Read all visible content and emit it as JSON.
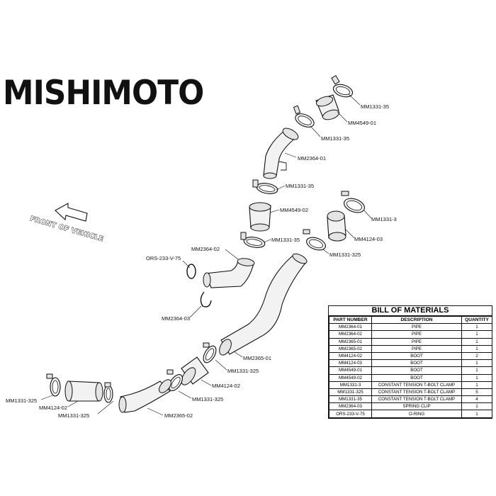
{
  "brand": {
    "logo_text": "MISHIMOTO"
  },
  "orientation": {
    "label": "FRONT OF VEHICLE"
  },
  "callouts": [
    "MM1331-35",
    "MM4549-01",
    "MM1331-35",
    "MM2364-01",
    "MM1331-35",
    "MM4549-02",
    "MM1331-35",
    "MM1331-3",
    "MM4124-03",
    "MM1331-325",
    "MM2364-02",
    "ORS-233-V-75",
    "MM2364-03",
    "MM2365-01",
    "MM1331-325",
    "MM4124-02",
    "MM1331-325",
    "MM2365-02",
    "MM1331-325",
    "MM4124-02",
    "MM1331-325"
  ],
  "bom": {
    "title": "BILL OF MATERIALS",
    "headers": [
      "PART NUMBER",
      "DESCRIPTION",
      "QUANTITY"
    ],
    "rows": [
      [
        "MM2364-01",
        "PIPE",
        "1"
      ],
      [
        "MM2364-02",
        "PIPE",
        "1"
      ],
      [
        "MM2365-01",
        "PIPE",
        "1"
      ],
      [
        "MM2365-02",
        "PIPE",
        "1"
      ],
      [
        "MM4124-02",
        "BOOT",
        "2"
      ],
      [
        "MM4124-03",
        "BOOT",
        "1"
      ],
      [
        "MM4549-01",
        "BOOT",
        "1"
      ],
      [
        "MM4549-02",
        "BOOT",
        "1"
      ],
      [
        "MM1331-3",
        "CONSTANT TENSION T-BOLT CLAMP",
        "1"
      ],
      [
        "MM1331-325",
        "CONSTANT TENSION T-BOLT CLAMP",
        "5"
      ],
      [
        "MM1331-35",
        "CONSTANT TENSION T-BOLT CLAMP",
        "4"
      ],
      [
        "MM2364-03",
        "SPRING CLIP",
        "1"
      ],
      [
        "ORS-233-V-75",
        "O-RING",
        "1"
      ]
    ]
  }
}
